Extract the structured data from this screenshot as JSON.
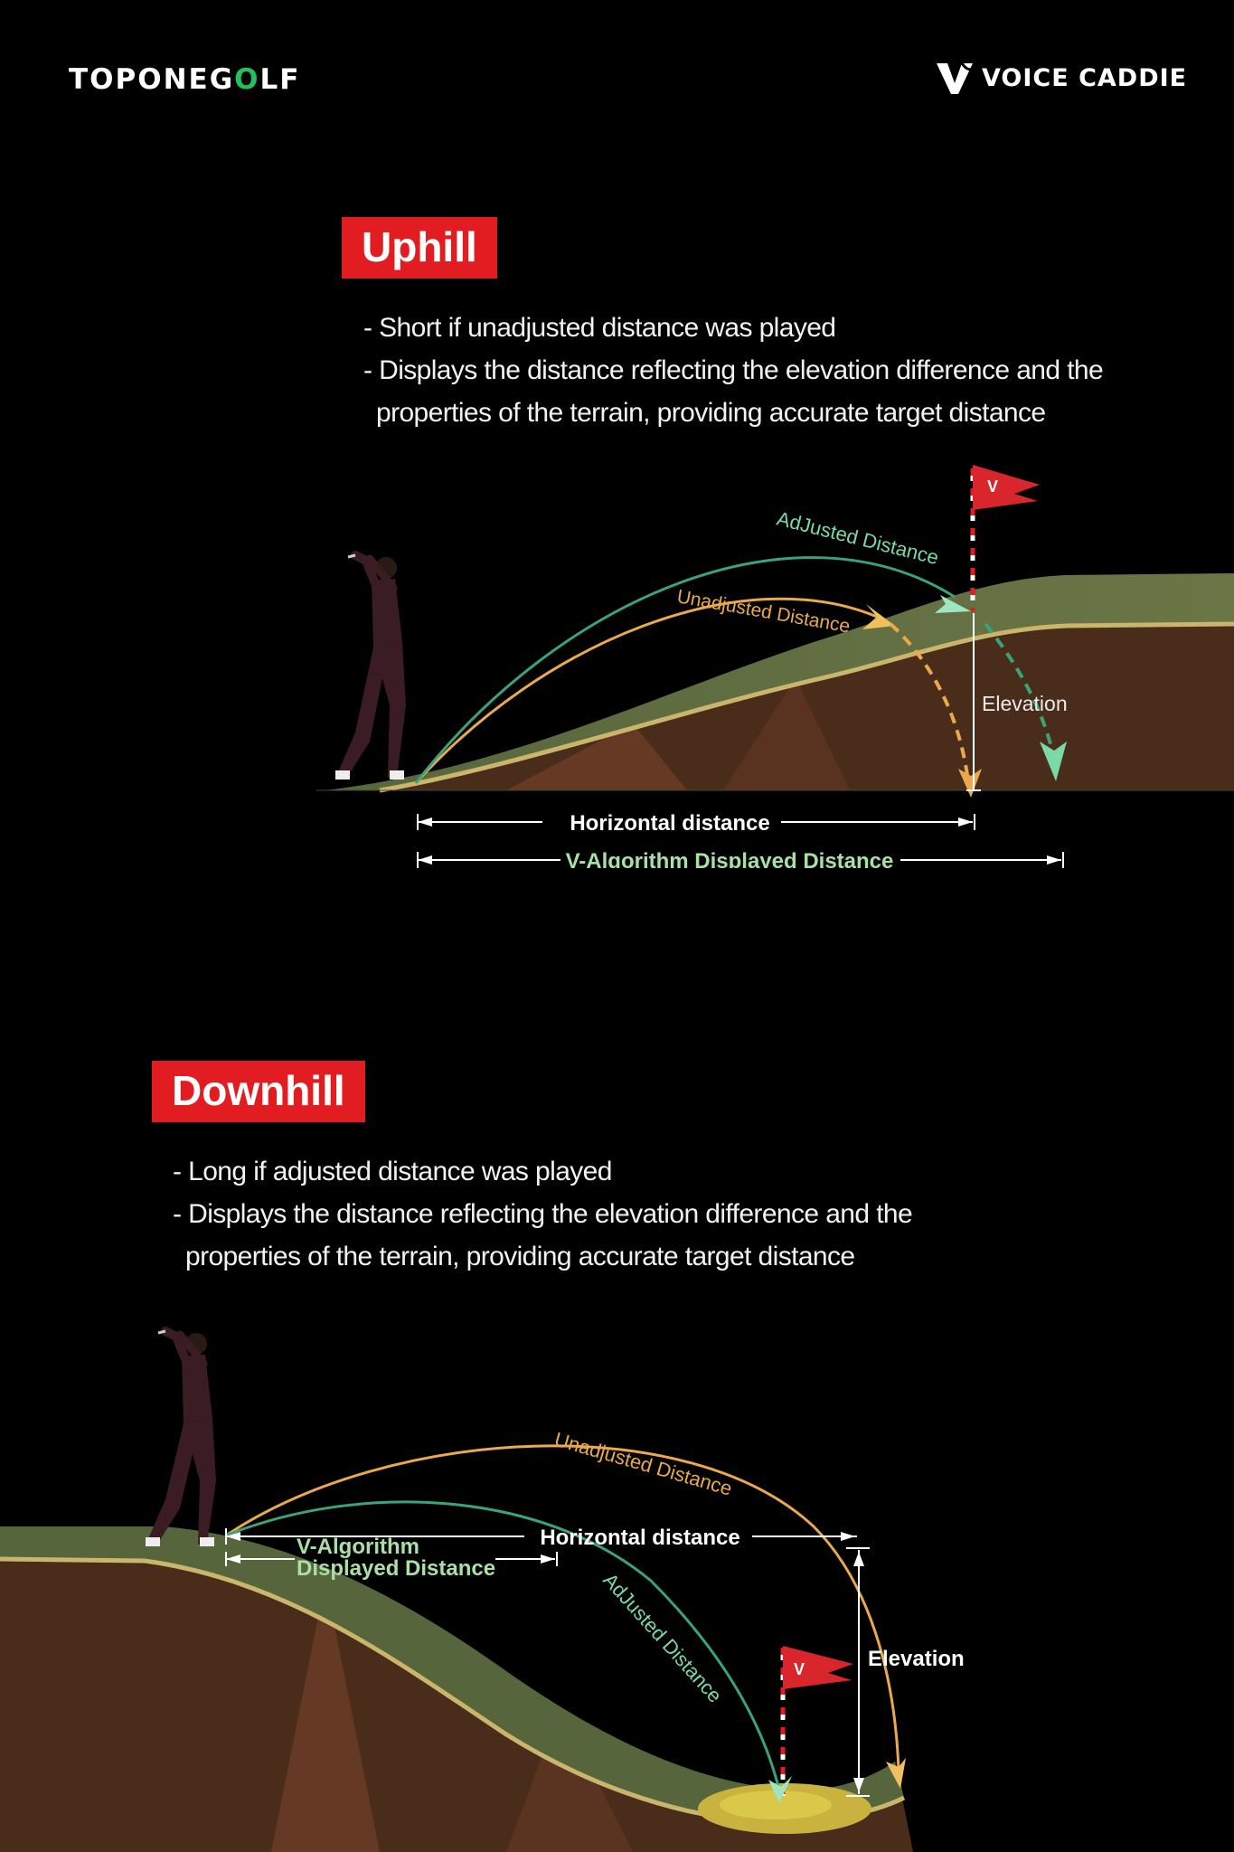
{
  "header": {
    "brand_left_part1": "TOPONEG",
    "brand_left_o": "O",
    "brand_left_part2": "LF",
    "brand_right": "VOICE CADDIE"
  },
  "uphill": {
    "title": "Uphill",
    "lines": [
      "- Short if unadjusted distance was played",
      "- Displays the distance  reflecting the elevation difference and the",
      "properties of the terrain, providing accurate target distance"
    ],
    "adjusted_label": "AdJusted Distance",
    "unadjusted_label": "Unadjusted Distance",
    "elevation_label": "Elevation",
    "horizontal_label": "Horizontal distance",
    "valgo_label": "V-Algorithm Displayed Distance"
  },
  "downhill": {
    "title": "Downhill",
    "lines": [
      "- Long if adjusted distance was played",
      "- Displays the distance  reflecting the elevation difference and the",
      "properties of the terrain, providing accurate target distance"
    ],
    "unadjusted_label": "Unadjusted Distance",
    "adjusted_label": "AdJusted Distance",
    "horizontal_label": "Horizontal distance",
    "valgo_label_1": "V-Algorithm",
    "valgo_label_2": "Displayed Distance",
    "elevation_label": "Elevation"
  },
  "colors": {
    "badge": "#e11d22",
    "adjusted": "#7ad9a6",
    "unadjusted": "#e9a94c",
    "valgo_text": "#a8e0a6",
    "grass": "#5b6a3f",
    "grass_edge": "#c9b66c",
    "dirt": "#4a2a1a"
  }
}
